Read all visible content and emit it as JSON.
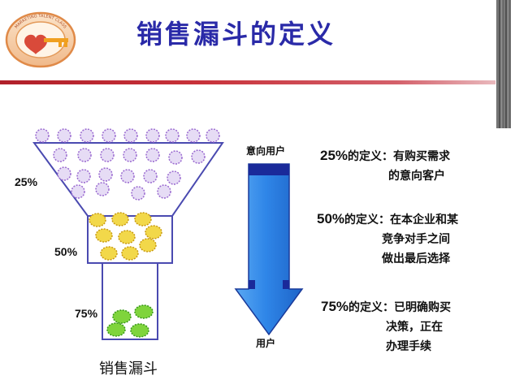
{
  "slide": {
    "title": "销售漏斗的定义",
    "logo_text": "MARKETING TALENT CLASS",
    "colors": {
      "title": "#2a2aa8",
      "header_line": "#b0202a",
      "arrow": "#2f86e8",
      "arrow_cap": "#1a2a9a",
      "stage_25": "#e6dcf5",
      "stage_50": "#f2d84a",
      "stage_75": "#7fd43c"
    }
  },
  "funnel": {
    "caption": "销售漏斗",
    "stages": [
      {
        "label": "25%"
      },
      {
        "label": "50%"
      },
      {
        "label": "75%"
      }
    ]
  },
  "arrow": {
    "top_label": "意向用户",
    "bottom_label": "用户"
  },
  "definitions": [
    {
      "percent": "25%",
      "lines": [
        "的定义：有购买需求",
        "的意向客户"
      ]
    },
    {
      "percent": "50%",
      "lines": [
        "的定义：在本企业和某",
        "竞争对手之间",
        "做出最后选择"
      ]
    },
    {
      "percent": "75%",
      "lines": [
        "的定义：已明确购买",
        "决策，正在",
        "办理手续"
      ]
    }
  ]
}
